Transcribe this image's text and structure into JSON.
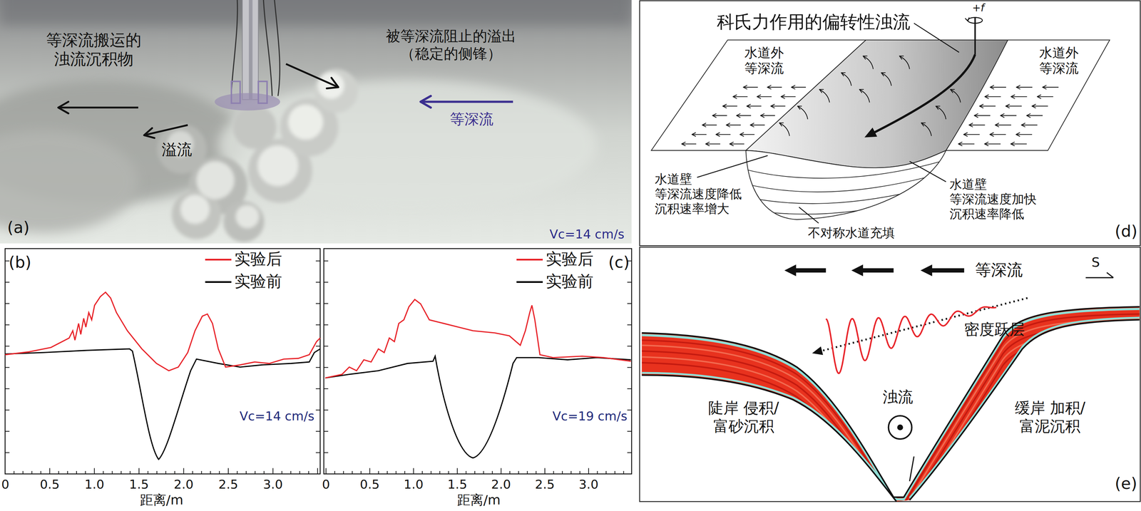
{
  "diagram": {
    "labels": [
      "等深流搬运的 浊流沉积物",
      "溢流",
      "被等深流阻止的溢出 （稳定的侧锋）",
      "等深流",
      "(a)",
      "Vc=14 cm/s",
      "(b)",
      "Vc=14 cm/s",
      "0",
      "0.5",
      "1.0",
      "1.5",
      "2.0",
      "2.5",
      "3.0",
      "距离/m",
      "(c)",
      "Vc=19 cm/s",
      "0",
      "0.5",
      "1.0",
      "1.5",
      "2.0",
      "2.5",
      "3.0",
      "距离/m",
      "科氏力作用的偏转性浊流",
      "+f",
      "水道外 等深流",
      "水道外 等深流",
      "水道壁 等深流速度降低 沉积速率增大",
      "水道壁 等深流速度加快 沉积速率降低",
      "不对称水道充填",
      "(d)",
      "等深流",
      "S",
      "密度跃层",
      "浊流",
      "陡岸 侵积/富砂沉积",
      "缓岸 加积/富泥沉积",
      "(e)"
    ],
    "legend": [
      {
        "text": "实验后",
        "color": "#e8242a"
      },
      {
        "text": "实验前",
        "color": "#000000"
      },
      {
        "text": "实验后",
        "color": "#e8242a"
      },
      {
        "text": "实验前",
        "color": "#000000"
      }
    ]
  }
}
